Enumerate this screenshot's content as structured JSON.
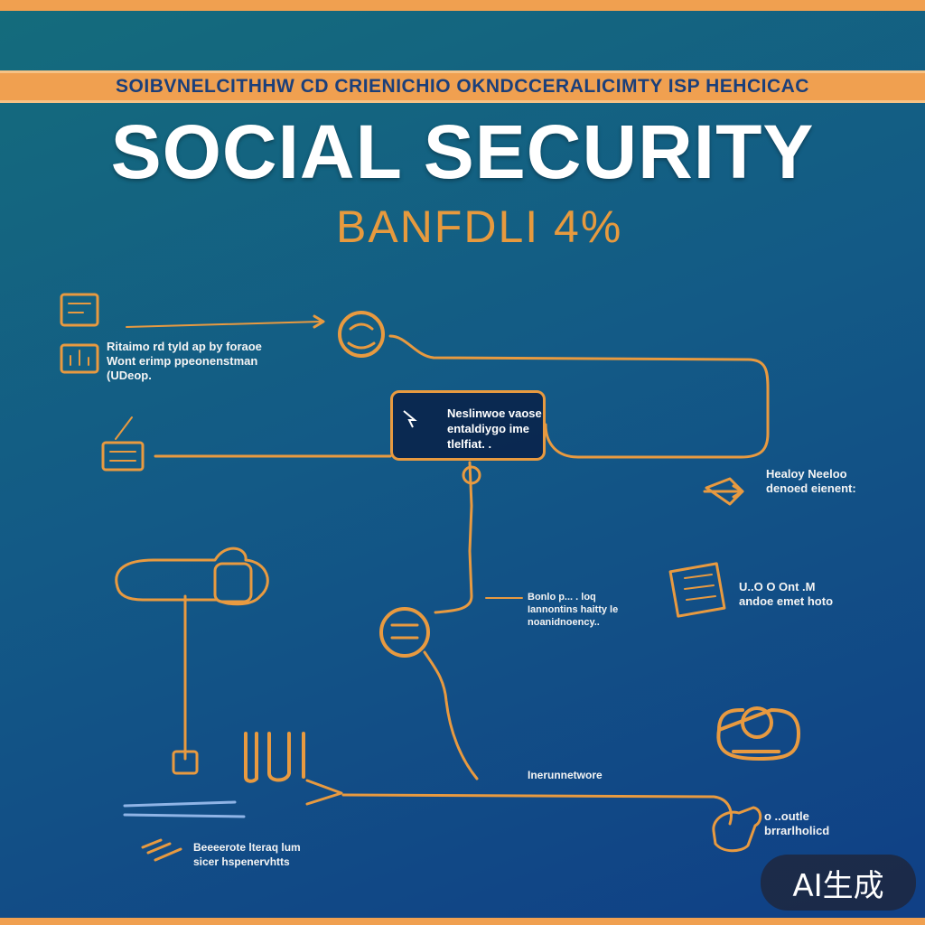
{
  "banner_text": "SOIBVNELCITHHW CD CRIENICHIO OKNDCCERALICIMTY ISP HEHCICAC",
  "title": "SOCIAL SECURITY",
  "subtitle": "BANFDLI 4%",
  "callout": {
    "text": "Neslinwoe vaose\nentaldiygo ime\ntlelfiat. ."
  },
  "labels": [
    {
      "id": "top-left",
      "text": "Ritaimo rd tyld ap by foraoe\n    Wont erimp ppeonenstman\n(UDeop."
    },
    {
      "id": "right-upper",
      "text": "Healoy Neeloo\ndenoed eienent:"
    },
    {
      "id": "right-middle",
      "text": "U..O O Ont .M\nandoe emet hoto"
    },
    {
      "id": "center-right",
      "text": "Bonlo p... . loq\nIannontins haitty le\nnoanidnoency.."
    },
    {
      "id": "bottom-center",
      "text": "Inerunnetwore"
    },
    {
      "id": "bottom-right",
      "text": "o ..outle\nbrrarlholicd"
    },
    {
      "id": "bottom-left",
      "text": "Beeeerote lteraq lum\nsicer hspenervhtts"
    }
  ],
  "badge": "AI生成",
  "colors": {
    "accent": "#e89a40",
    "title": "#ffffff",
    "background_top": "#146c7c",
    "background_bottom": "#103f86"
  }
}
